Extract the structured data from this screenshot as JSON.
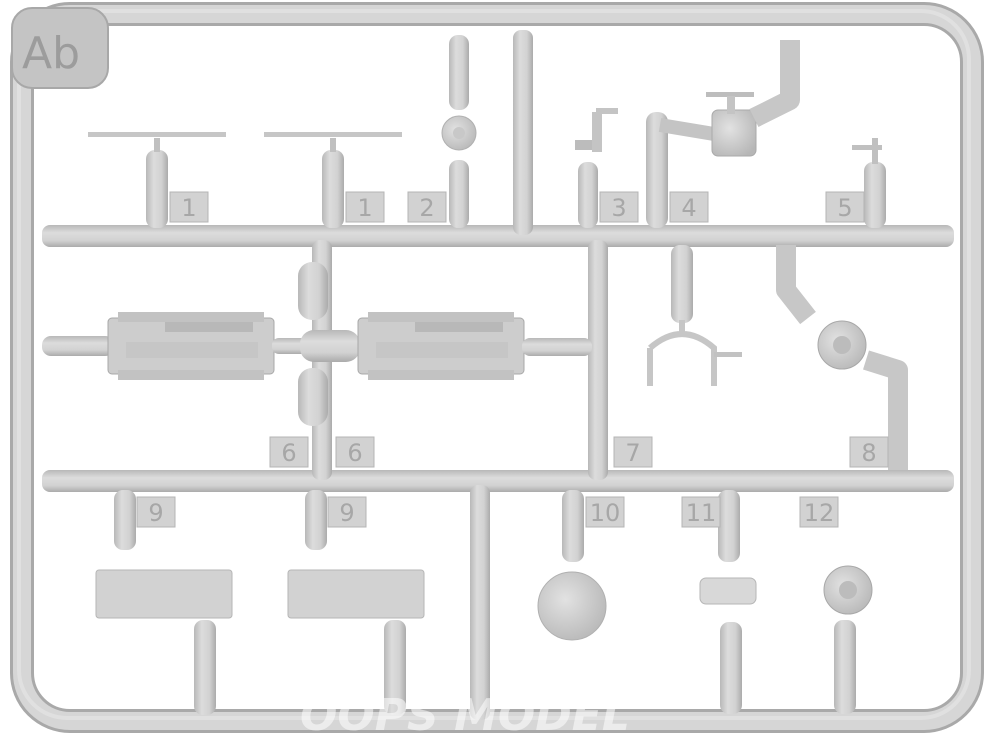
{
  "sprue": {
    "code": "Ab",
    "watermark": "OOPS MODEL",
    "part_tags": [
      "1",
      "1",
      "2",
      "3",
      "4",
      "5",
      "6",
      "6",
      "7",
      "8",
      "9",
      "9",
      "10",
      "11",
      "12"
    ]
  },
  "colors": {
    "plastic": "#d0d0d0",
    "plastic_shadow": "#a9a9a9",
    "plastic_light": "#e2e2e2",
    "background": "#ffffff"
  }
}
